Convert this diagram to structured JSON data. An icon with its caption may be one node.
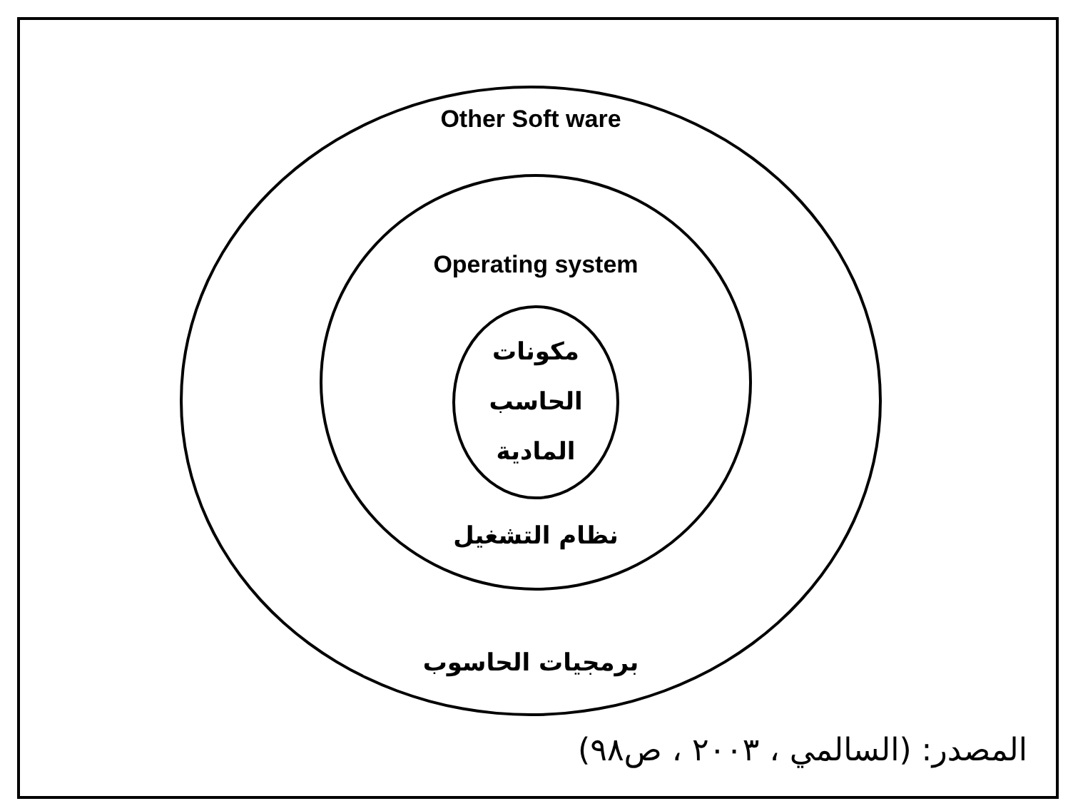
{
  "diagram": {
    "caption": "المصدر: (السالمي ، ٢٠٠٣ ، ص٩٨)",
    "nodes": [
      {
        "text": [
          "Other Soft ware",
          "برمجيات الحاسوب"
        ]
      },
      {
        "text": [
          "Operating system",
          "نظام التشغيل"
        ],
        "in": 0
      },
      {
        "text": [
          "مكونات الحاسب المادية"
        ],
        "in": 1
      }
    ]
  }
}
